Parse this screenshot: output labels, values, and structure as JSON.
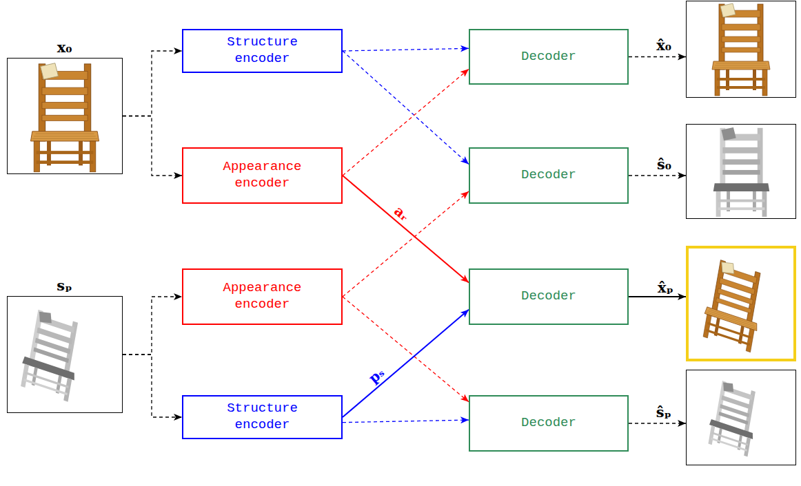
{
  "diagram": {
    "nodes": [
      {
        "text": [
          "x₀"
        ]
      },
      {
        "text": [
          "Structure encoder"
        ]
      },
      {
        "text": [
          "Appearance encoder"
        ]
      },
      {
        "text": [
          "Decoder"
        ]
      },
      {
        "text": [
          "x̂₀"
        ]
      },
      {
        "text": [
          "Decoder"
        ]
      },
      {
        "text": [
          "ŝ₀"
        ]
      },
      {
        "text": [
          "sₚ"
        ]
      },
      {
        "text": [
          "Appearance encoder"
        ]
      },
      {
        "text": [
          "Decoder"
        ]
      },
      {
        "text": [
          "x̂ₚ"
        ]
      },
      {
        "text": [
          "Structure encoder"
        ]
      },
      {
        "text": [
          "Decoder"
        ]
      },
      {
        "text": [
          "ŝₚ"
        ]
      }
    ],
    "edges": [
      {
        "from": 0,
        "to": 1,
        "arrow": "to"
      },
      {
        "from": 0,
        "to": 2,
        "arrow": "to"
      },
      {
        "from": 1,
        "to": 3,
        "arrow": "to"
      },
      {
        "from": 1,
        "to": 5,
        "arrow": "to"
      },
      {
        "from": 2,
        "to": 3,
        "arrow": "to"
      },
      {
        "from": 2,
        "to": 9,
        "label": "aᵣ",
        "arrow": "to"
      },
      {
        "from": 3,
        "to": 4,
        "arrow": "to"
      },
      {
        "from": 5,
        "to": 6,
        "arrow": "to"
      },
      {
        "from": 7,
        "to": 8,
        "arrow": "to"
      },
      {
        "from": 7,
        "to": 11,
        "arrow": "to"
      },
      {
        "from": 8,
        "to": 5,
        "arrow": "to"
      },
      {
        "from": 8,
        "to": 12,
        "arrow": "to"
      },
      {
        "from": 9,
        "to": 10,
        "arrow": "to"
      },
      {
        "from": 11,
        "to": 9,
        "label": "pₛ",
        "arrow": "to"
      },
      {
        "from": 11,
        "to": 12,
        "arrow": "to"
      },
      {
        "from": 12,
        "to": 13,
        "arrow": "to"
      }
    ]
  }
}
